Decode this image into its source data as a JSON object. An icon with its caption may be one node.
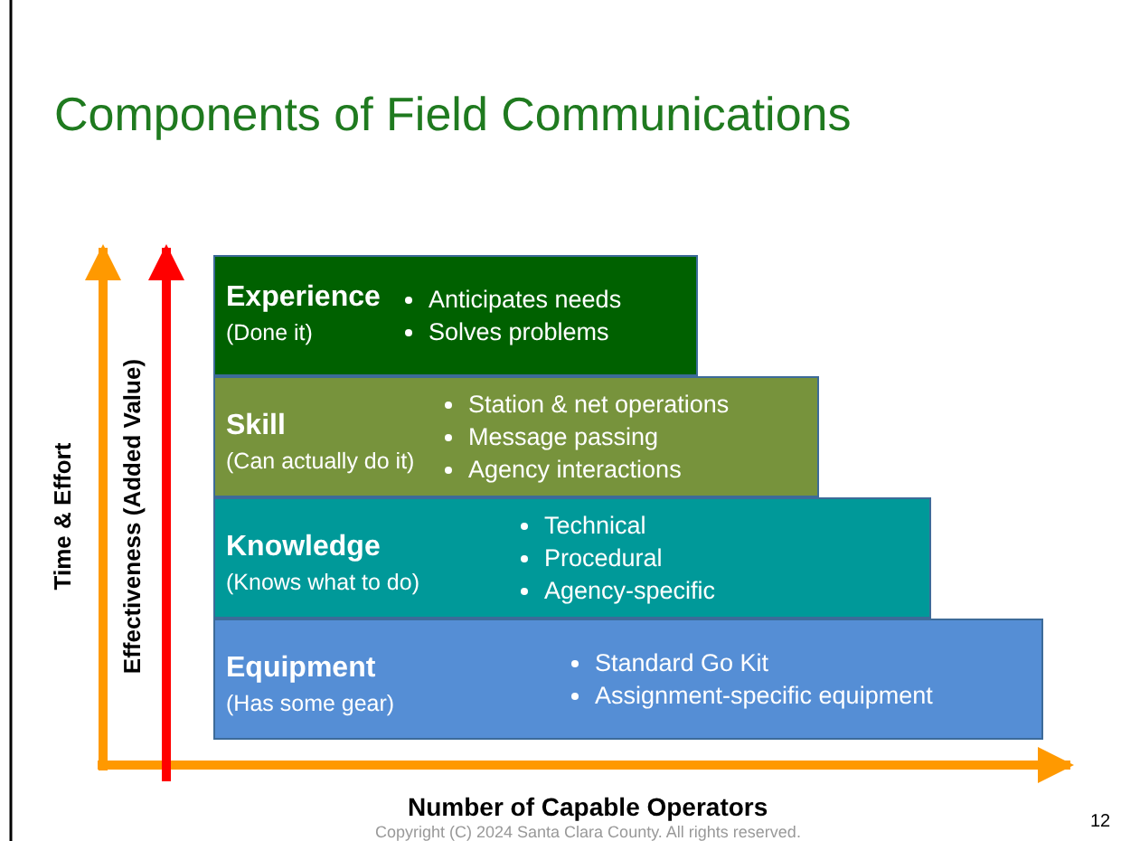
{
  "diagram": {
    "title": "Components of Field Communications",
    "nodes": [
      {
        "text": [
          "Experience",
          "(Done it)",
          "Anticipates needs",
          "Solves problems"
        ]
      },
      {
        "text": [
          "Skill",
          "(Can actually do it)",
          "Station & net operations",
          "Message passing",
          "Agency interactions"
        ]
      },
      {
        "text": [
          "Knowledge",
          "(Knows what to do)",
          "Technical",
          "Procedural",
          "Agency-specific"
        ]
      },
      {
        "text": [
          "Equipment",
          "(Has some gear)",
          "Standard Go Kit",
          "Assignment-specific equipment"
        ]
      }
    ],
    "edges": [],
    "labels": [
      "Time & Effort",
      "Effectiveness (Added Value)",
      "Number of Capable Operators",
      "Copyright (C) 2024 Santa Clara County. All rights reserved.",
      "12"
    ]
  }
}
